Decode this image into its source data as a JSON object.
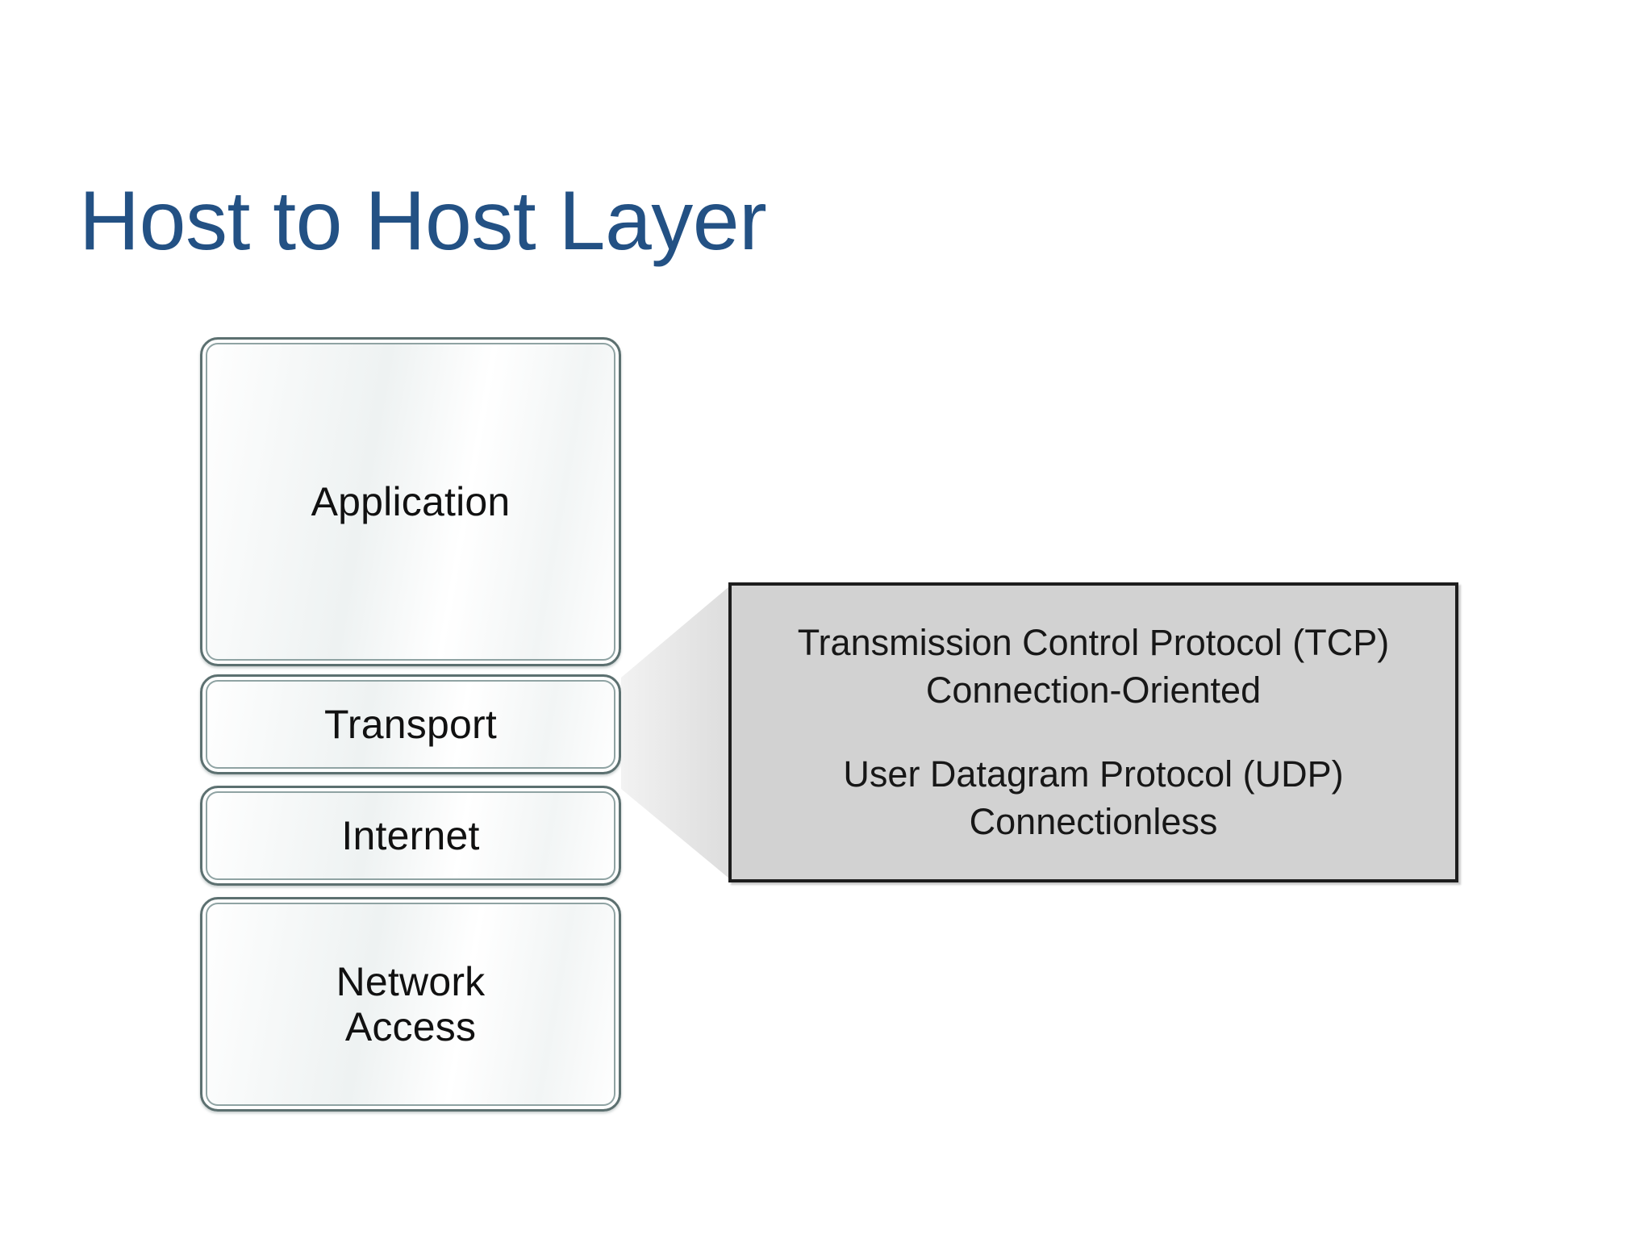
{
  "slide": {
    "title": "Host to Host Layer",
    "title_color": "#235184",
    "background_color": "#ffffff"
  },
  "diagram": {
    "name": "tcp-ip-model-stack",
    "box_border_color": "#5c7070",
    "box_fill_color": "#f4f7f7",
    "layers": [
      {
        "id": "application",
        "label": "Application"
      },
      {
        "id": "transport",
        "label": "Transport"
      },
      {
        "id": "internet",
        "label": "Internet"
      },
      {
        "id": "network-access",
        "label": "Network\nAccess"
      }
    ],
    "callout": {
      "connects_to": "transport",
      "fill_color": "#d2d2d2",
      "border_color": "#1d1d1d",
      "wedge_fill_color": "#e4e4e4",
      "groups": [
        {
          "id": "tcp",
          "primary": "Transmission Control Protocol (TCP)",
          "secondary": "Connection-Oriented"
        },
        {
          "id": "udp",
          "primary": "User Datagram Protocol (UDP)",
          "secondary": "Connectionless"
        }
      ]
    }
  }
}
